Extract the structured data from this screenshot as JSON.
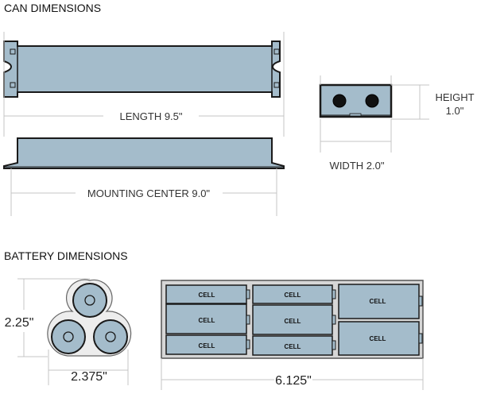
{
  "can": {
    "heading": "CAN DIMENSIONS",
    "length_label": "LENGTH 9.5\"",
    "mounting_label": "MOUNTING CENTER 9.0\"",
    "height_label_line1": "HEIGHT",
    "height_label_line2": "1.0\"",
    "width_label": "WIDTH 2.0\""
  },
  "battery": {
    "heading": "BATTERY DIMENSIONS",
    "height_label": "2.25\"",
    "width_label": "2.375\"",
    "pack_length_label": "6.125\"",
    "cell_label": "CELL"
  },
  "colors": {
    "body_fill": "#a4bccb",
    "outline": "#1a1a1a",
    "dim_line": "#c4c4c4",
    "tray_fill": "#d6d6d6"
  }
}
